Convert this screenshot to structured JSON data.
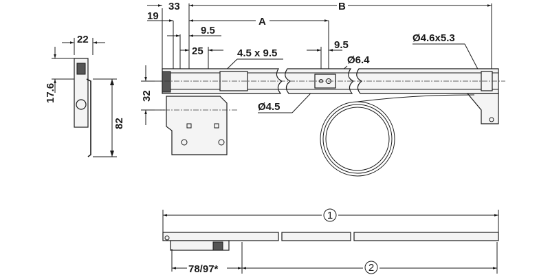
{
  "side_view": {
    "width_top": "22",
    "height_small": "17.6",
    "height_total": "82"
  },
  "top_view": {
    "dim_33": "33",
    "dim_19": "19",
    "dim_B": "B",
    "dim_A": "A",
    "dim_9_5_left": "9.5",
    "dim_25": "25",
    "slot": "4.5 x 9.5",
    "dim_9_5_right": "9.5",
    "hole_6_4": "Ø6.4",
    "hole_4_5": "Ø4.5",
    "hole_4_6x5_3": "Ø4.6x5.3",
    "dim_32": "32"
  },
  "bottom_view": {
    "circled_1": "1",
    "circled_2": "2",
    "dim_78_97": "78/97*"
  }
}
